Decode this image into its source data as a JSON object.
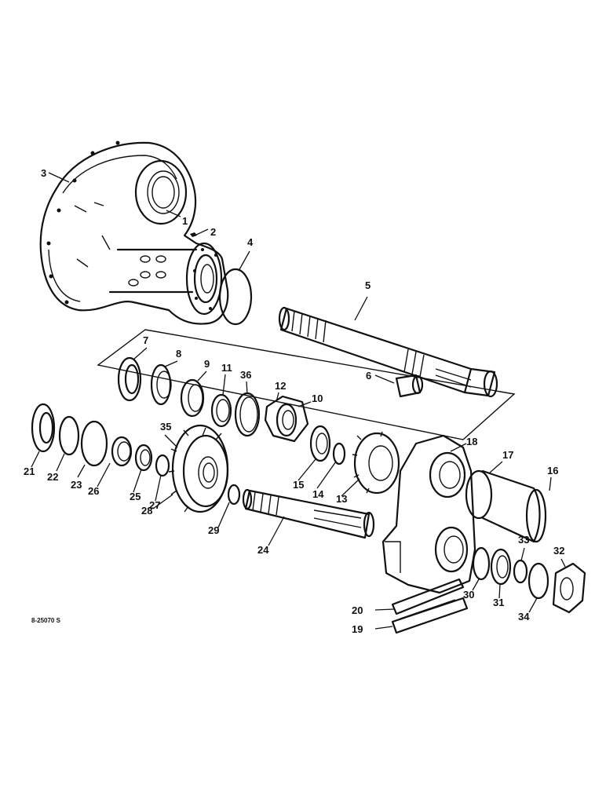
{
  "figure_code": "8-25070 S",
  "callouts": [
    {
      "id": "c1",
      "label": "1"
    },
    {
      "id": "c2",
      "label": "2"
    },
    {
      "id": "c3",
      "label": "3"
    },
    {
      "id": "c4",
      "label": "4"
    },
    {
      "id": "c5",
      "label": "5"
    },
    {
      "id": "c6",
      "label": "6"
    },
    {
      "id": "c7",
      "label": "7"
    },
    {
      "id": "c8",
      "label": "8"
    },
    {
      "id": "c9",
      "label": "9"
    },
    {
      "id": "c10",
      "label": "10"
    },
    {
      "id": "c11",
      "label": "11"
    },
    {
      "id": "c12",
      "label": "12"
    },
    {
      "id": "c13",
      "label": "13"
    },
    {
      "id": "c14",
      "label": "14"
    },
    {
      "id": "c15",
      "label": "15"
    },
    {
      "id": "c16",
      "label": "16"
    },
    {
      "id": "c17",
      "label": "17"
    },
    {
      "id": "c18",
      "label": "18"
    },
    {
      "id": "c19",
      "label": "19"
    },
    {
      "id": "c20",
      "label": "20"
    },
    {
      "id": "c21",
      "label": "21"
    },
    {
      "id": "c22",
      "label": "22"
    },
    {
      "id": "c23",
      "label": "23"
    },
    {
      "id": "c24",
      "label": "24"
    },
    {
      "id": "c25",
      "label": "25"
    },
    {
      "id": "c26",
      "label": "26"
    },
    {
      "id": "c27",
      "label": "27"
    },
    {
      "id": "c28",
      "label": "28"
    },
    {
      "id": "c29",
      "label": "29"
    },
    {
      "id": "c30",
      "label": "30"
    },
    {
      "id": "c31",
      "label": "31"
    },
    {
      "id": "c32",
      "label": "32"
    },
    {
      "id": "c33",
      "label": "33"
    },
    {
      "id": "c34",
      "label": "34"
    },
    {
      "id": "c35",
      "label": "35"
    },
    {
      "id": "c36",
      "label": "36"
    }
  ]
}
